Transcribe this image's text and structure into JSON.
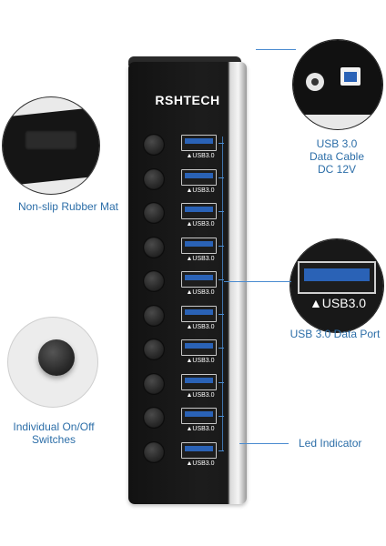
{
  "brand": "RSHTECH",
  "port_label": "▲USB3.0",
  "callouts": {
    "mat": "Non-slip Rubber Mat",
    "cable": {
      "l1": "USB 3.0",
      "l2": "Data Cable",
      "l3": "DC 12V"
    },
    "port": "USB 3.0 Data Port",
    "usb_zoom_label": "▲USB3.0",
    "switch": {
      "l1": "Individual On/Off",
      "l2": "Switches"
    },
    "led": "Led Indicator"
  },
  "colors": {
    "label_blue": "#2c6ea8",
    "usb_blue": "#2a62b6",
    "hub_black": "#151515"
  },
  "port_count": 10
}
